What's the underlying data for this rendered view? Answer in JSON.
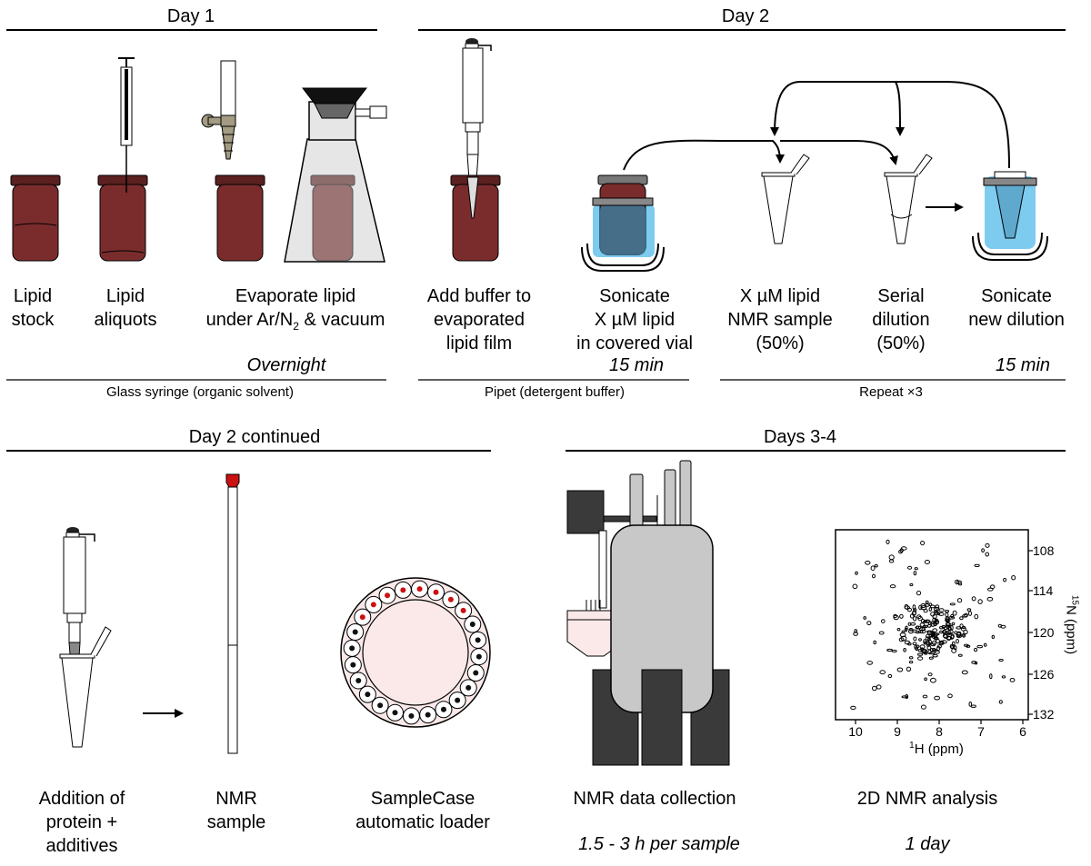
{
  "headers": {
    "day1": "Day 1",
    "day2": "Day 2",
    "day2_cont": "Day 2 continued",
    "days34": "Days 3-4"
  },
  "steps": {
    "lipid_stock": [
      "Lipid",
      "stock"
    ],
    "lipid_aliquots": [
      "Lipid",
      "aliquots"
    ],
    "evaporate": [
      "Evaporate lipid",
      "under Ar/N",
      "2",
      " & vacuum"
    ],
    "add_buffer": [
      "Add buffer to",
      "evaporated",
      "lipid film"
    ],
    "sonicate1": [
      "Sonicate",
      "X µM lipid",
      "in covered vial"
    ],
    "nmr_sample_50": [
      "X µM lipid",
      "NMR sample",
      "(50%)"
    ],
    "serial_dilution": [
      "Serial",
      "dilution",
      "(50%)"
    ],
    "sonicate_new": [
      "Sonicate",
      "new dilution"
    ],
    "addition": [
      "Addition of",
      "protein +",
      "additives"
    ],
    "nmr_tube": [
      "NMR",
      "sample"
    ],
    "samplecase": [
      "SampleCase",
      "automatic loader"
    ],
    "nmr_collection": "NMR data collection",
    "nmr_analysis": "2D NMR analysis"
  },
  "times": {
    "overnight": "Overnight",
    "sonicate_time1": "15 min",
    "sonicate_time2": "15 min",
    "per_sample": "1.5 - 3 h per sample",
    "analysis_time": "1 day"
  },
  "footers": {
    "glass_syringe": "Glass syringe (organic solvent)",
    "pipet": "Pipet (detergent buffer)",
    "repeat": "Repeat ×3"
  },
  "spectrum": {
    "x_ticks": [
      "10",
      "9",
      "8",
      "7",
      "6"
    ],
    "y_ticks": [
      "108",
      "114",
      "120",
      "126",
      "132"
    ],
    "x_label_sup": "1",
    "x_label": "H (ppm)",
    "y_label_sup": "15",
    "y_label": "N (ppm)"
  },
  "colors": {
    "vial": "#7a2c2c",
    "vial_cap": "#5b2020",
    "water": "#7ecbf0",
    "loader_fill": "#fbe9e9",
    "red_cap": "#cc1111",
    "dark_gray": "#3a3a3a",
    "mid_gray": "#c8c8c8"
  },
  "icons": {
    "syringe": "glass-syringe-icon",
    "pipette": "pipette-icon",
    "vial": "vial-icon",
    "tube": "eppendorf-tube-icon",
    "magnet": "nmr-magnet-icon",
    "loader": "carousel-loader-icon"
  }
}
